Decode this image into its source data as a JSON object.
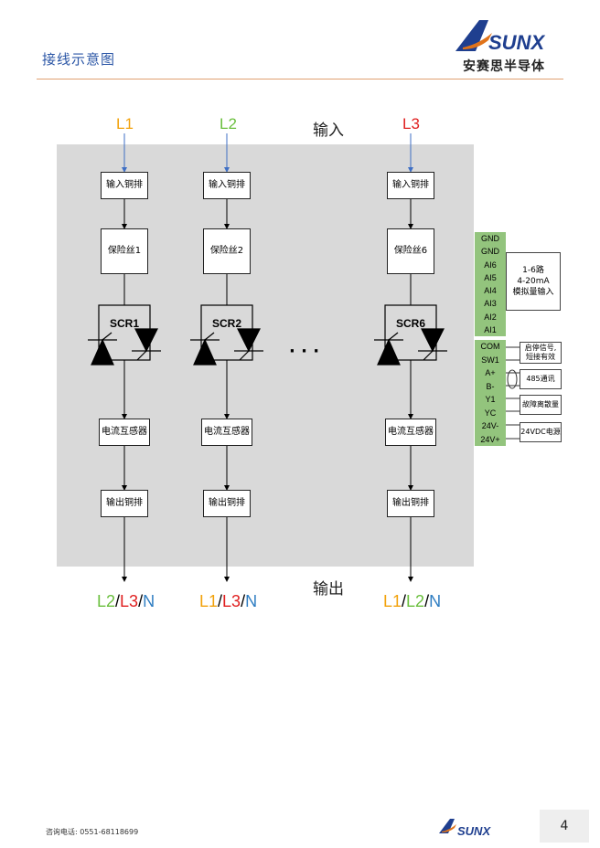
{
  "header": {
    "title": "接线示意图",
    "logo_word": "SUNX",
    "logo_cn": "安赛思半导体"
  },
  "diagram": {
    "input_label": "输入",
    "output_label": "输出",
    "phases_in": [
      {
        "label": "L1",
        "color": "#f2a20c"
      },
      {
        "label": "L2",
        "color": "#6abf3d"
      },
      {
        "label": "L3",
        "color": "#e02020"
      }
    ],
    "channels": [
      {
        "in_bar": "输入铜排",
        "fuse": "保险丝1",
        "scr": "SCR1",
        "ct": "电流互感器",
        "out_bar": "输出铜排",
        "out": [
          {
            "t": "L2",
            "c": "#6abf3d"
          },
          {
            "t": "L3",
            "c": "#e02020"
          },
          {
            "t": "N",
            "c": "#2e7dc2"
          }
        ]
      },
      {
        "in_bar": "输入铜排",
        "fuse": "保险丝2",
        "scr": "SCR2",
        "ct": "电流互感器",
        "out_bar": "输出铜排",
        "out": [
          {
            "t": "L1",
            "c": "#f2a20c"
          },
          {
            "t": "L3",
            "c": "#e02020"
          },
          {
            "t": "N",
            "c": "#2e7dc2"
          }
        ]
      },
      {
        "in_bar": "输入铜排",
        "fuse": "保险丝6",
        "scr": "SCR6",
        "ct": "电流互感器",
        "out_bar": "输出铜排",
        "out": [
          {
            "t": "L1",
            "c": "#f2a20c"
          },
          {
            "t": "L2",
            "c": "#6abf3d"
          },
          {
            "t": "N",
            "c": "#2e7dc2"
          }
        ]
      }
    ],
    "ellipsis": "·   ·   ·",
    "terminals_top": [
      "GND",
      "GND",
      "AI6",
      "AI5",
      "AI4",
      "AI3",
      "AI2",
      "AI1"
    ],
    "analog_desc": [
      "1-6路",
      "4-20mA",
      "模拟量输入"
    ],
    "terminals_bottom": [
      "COM",
      "SW1",
      "A+",
      "B-",
      "Y1",
      "YC",
      "24V-",
      "24V+"
    ],
    "side_labels": {
      "start": [
        "启停信号,",
        "短接有效"
      ],
      "comm": "485通讯",
      "fault": "故障离散量",
      "power": "24VDC电源"
    }
  },
  "footer": {
    "phone": "咨询电话: 0551-68118699",
    "logo_word": "SUNX",
    "page": "4"
  }
}
